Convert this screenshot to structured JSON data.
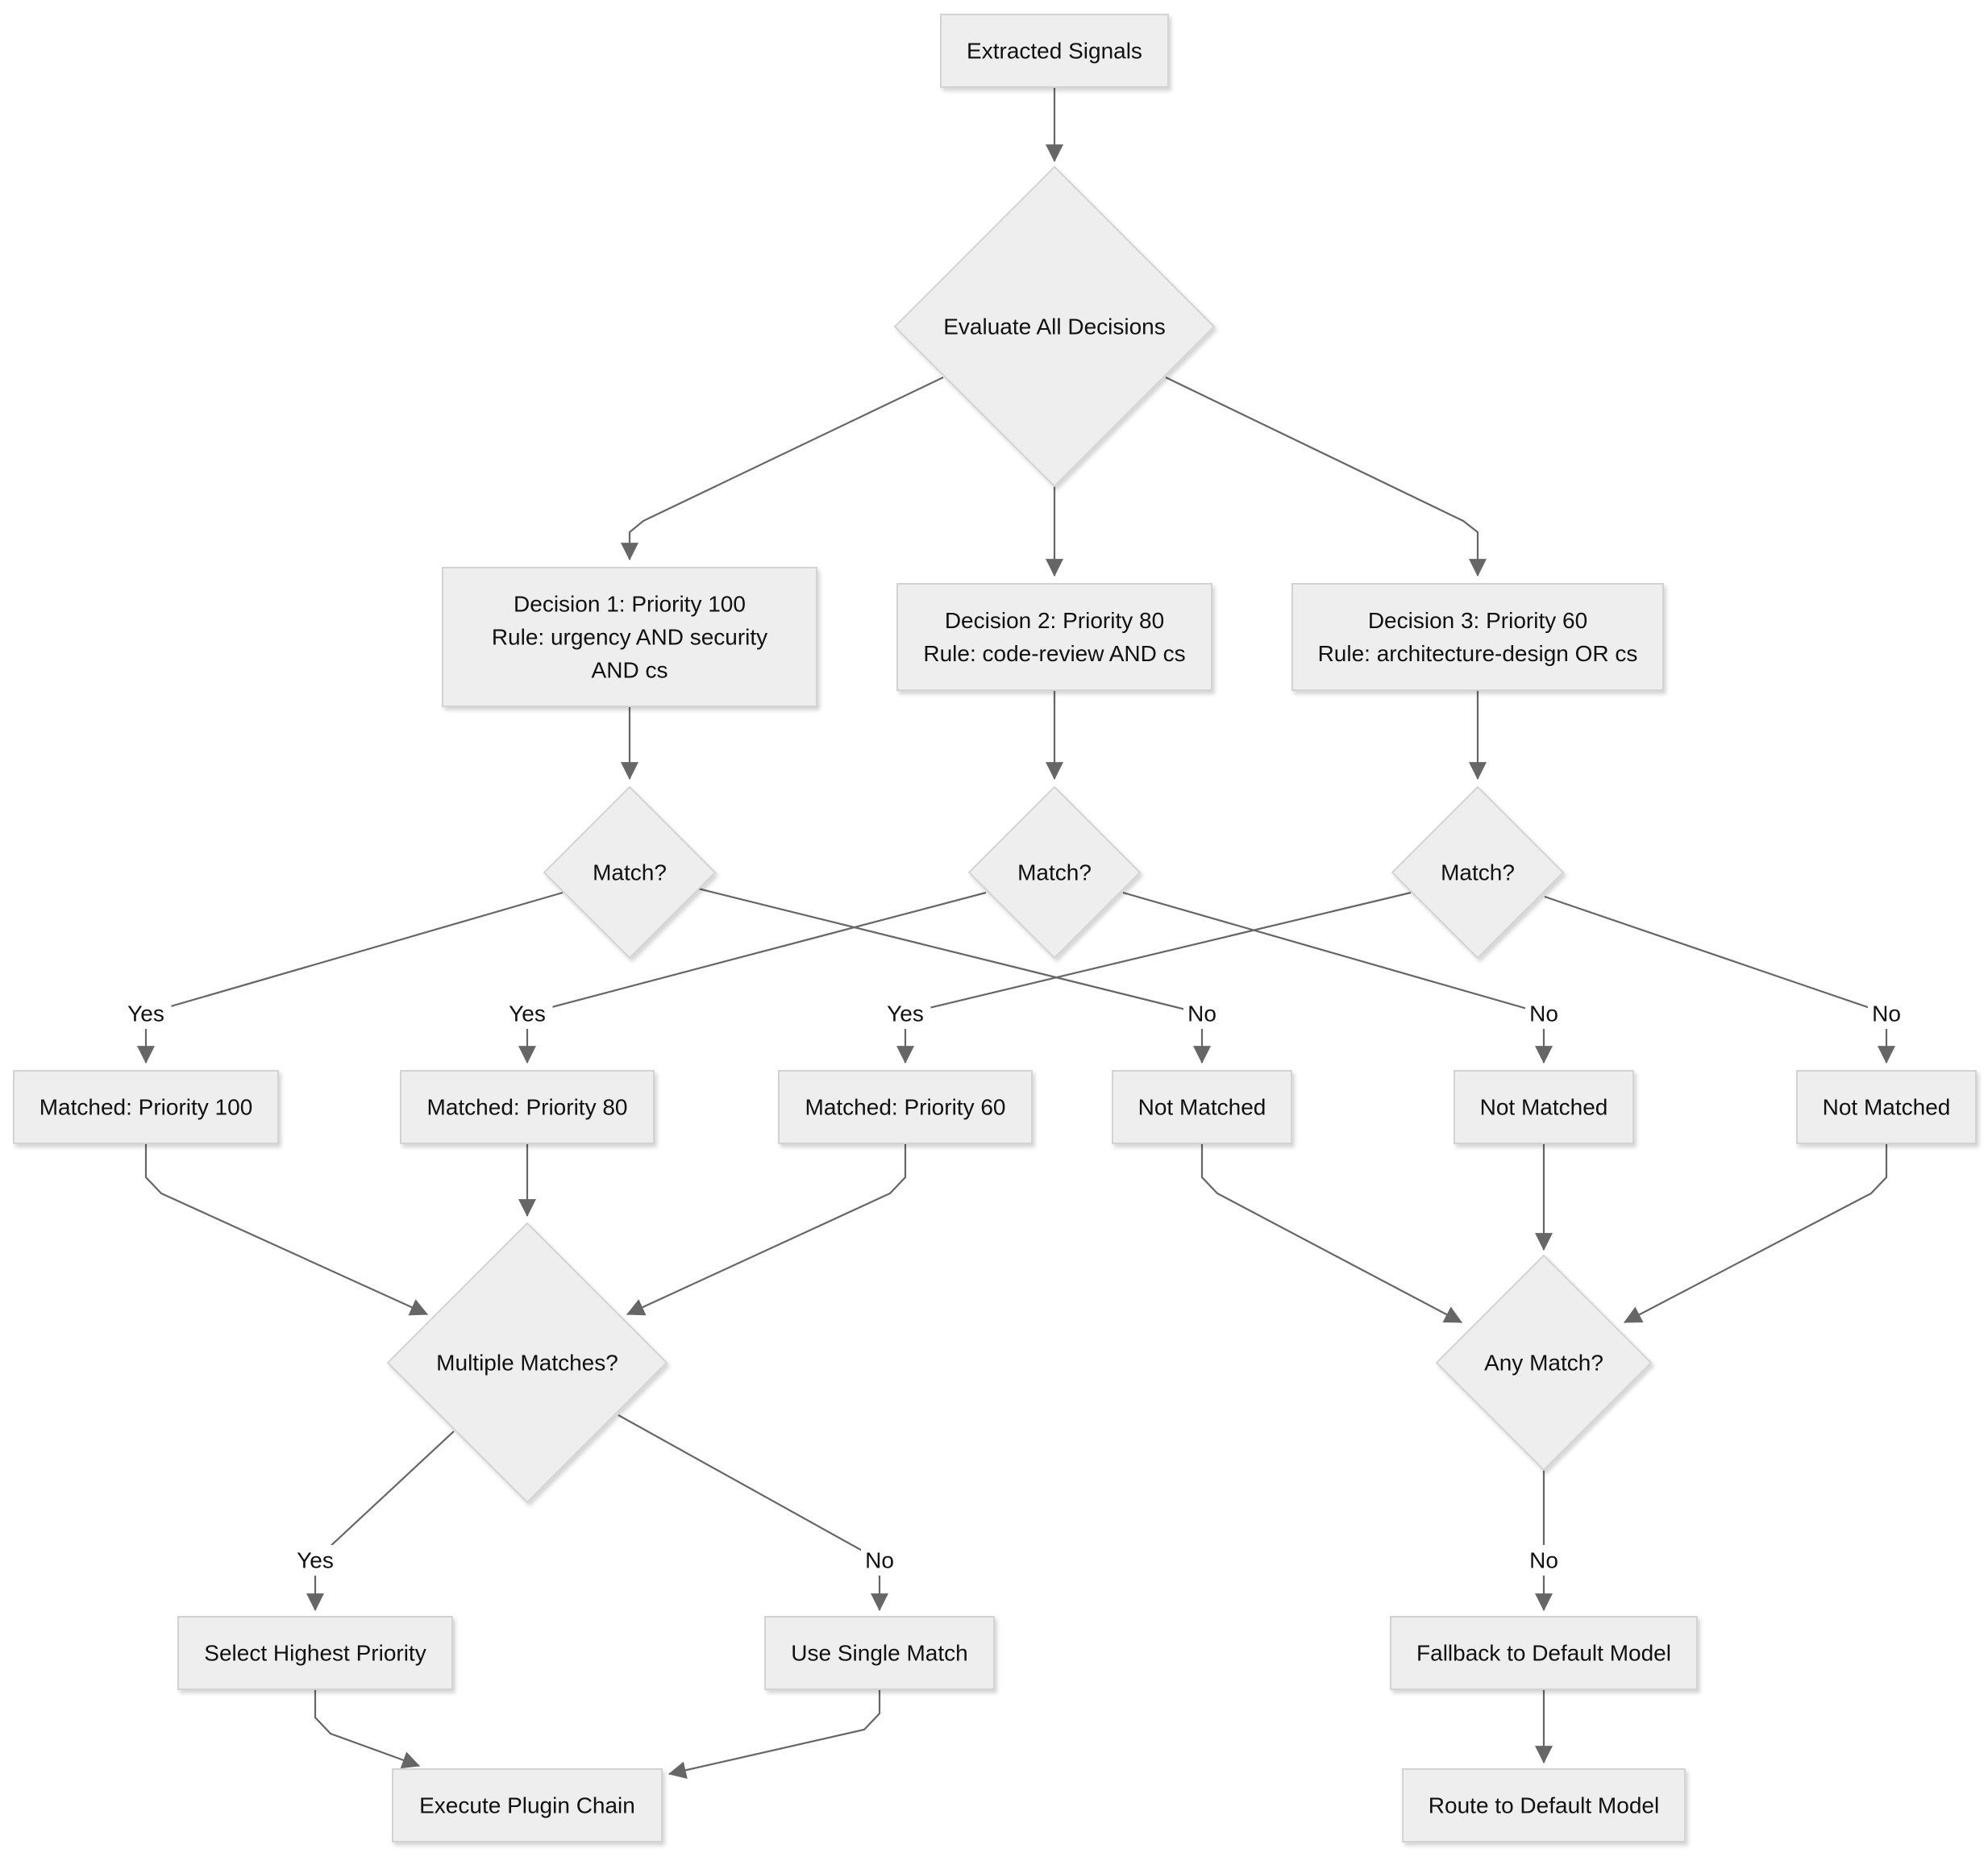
{
  "nodes": {
    "extracted_signals": [
      "Extracted Signals"
    ],
    "evaluate_all": [
      "Evaluate All Decisions"
    ],
    "decision1": [
      "Decision 1: Priority 100",
      "Rule: urgency AND security",
      "AND cs"
    ],
    "decision2": [
      "Decision 2: Priority 80",
      "Rule: code-review AND cs"
    ],
    "decision3": [
      "Decision 3: Priority 60",
      "Rule: architecture-design OR cs"
    ],
    "match1": [
      "Match?"
    ],
    "match2": [
      "Match?"
    ],
    "match3": [
      "Match?"
    ],
    "matched100": [
      "Matched: Priority 100"
    ],
    "matched80": [
      "Matched: Priority 80"
    ],
    "matched60": [
      "Matched: Priority 60"
    ],
    "not_matched1": [
      "Not Matched"
    ],
    "not_matched2": [
      "Not Matched"
    ],
    "not_matched3": [
      "Not Matched"
    ],
    "multiple_matches": [
      "Multiple Matches?"
    ],
    "any_match": [
      "Any Match?"
    ],
    "select_highest": [
      "Select Highest Priority"
    ],
    "use_single": [
      "Use Single Match"
    ],
    "fallback_default": [
      "Fallback to Default Model"
    ],
    "execute_plugin": [
      "Execute Plugin Chain"
    ],
    "route_default": [
      "Route to Default Model"
    ]
  },
  "edges": [
    {
      "from": "extracted_signals",
      "to": "evaluate_all",
      "label": ""
    },
    {
      "from": "evaluate_all",
      "to": "decision1",
      "label": ""
    },
    {
      "from": "evaluate_all",
      "to": "decision2",
      "label": ""
    },
    {
      "from": "evaluate_all",
      "to": "decision3",
      "label": ""
    },
    {
      "from": "decision1",
      "to": "match1",
      "label": ""
    },
    {
      "from": "decision2",
      "to": "match2",
      "label": ""
    },
    {
      "from": "decision3",
      "to": "match3",
      "label": ""
    },
    {
      "from": "match1",
      "to": "matched100",
      "label": "Yes"
    },
    {
      "from": "match1",
      "to": "not_matched1",
      "label": "No"
    },
    {
      "from": "match2",
      "to": "matched80",
      "label": "Yes"
    },
    {
      "from": "match2",
      "to": "not_matched2",
      "label": "No"
    },
    {
      "from": "match3",
      "to": "matched60",
      "label": "Yes"
    },
    {
      "from": "match3",
      "to": "not_matched3",
      "label": "No"
    },
    {
      "from": "matched100",
      "to": "multiple_matches",
      "label": ""
    },
    {
      "from": "matched80",
      "to": "multiple_matches",
      "label": ""
    },
    {
      "from": "matched60",
      "to": "multiple_matches",
      "label": ""
    },
    {
      "from": "not_matched1",
      "to": "any_match",
      "label": ""
    },
    {
      "from": "not_matched2",
      "to": "any_match",
      "label": ""
    },
    {
      "from": "not_matched3",
      "to": "any_match",
      "label": ""
    },
    {
      "from": "multiple_matches",
      "to": "select_highest",
      "label": "Yes"
    },
    {
      "from": "multiple_matches",
      "to": "use_single",
      "label": "No"
    },
    {
      "from": "any_match",
      "to": "fallback_default",
      "label": "No"
    },
    {
      "from": "select_highest",
      "to": "execute_plugin",
      "label": ""
    },
    {
      "from": "use_single",
      "to": "execute_plugin",
      "label": ""
    },
    {
      "from": "fallback_default",
      "to": "route_default",
      "label": ""
    }
  ]
}
